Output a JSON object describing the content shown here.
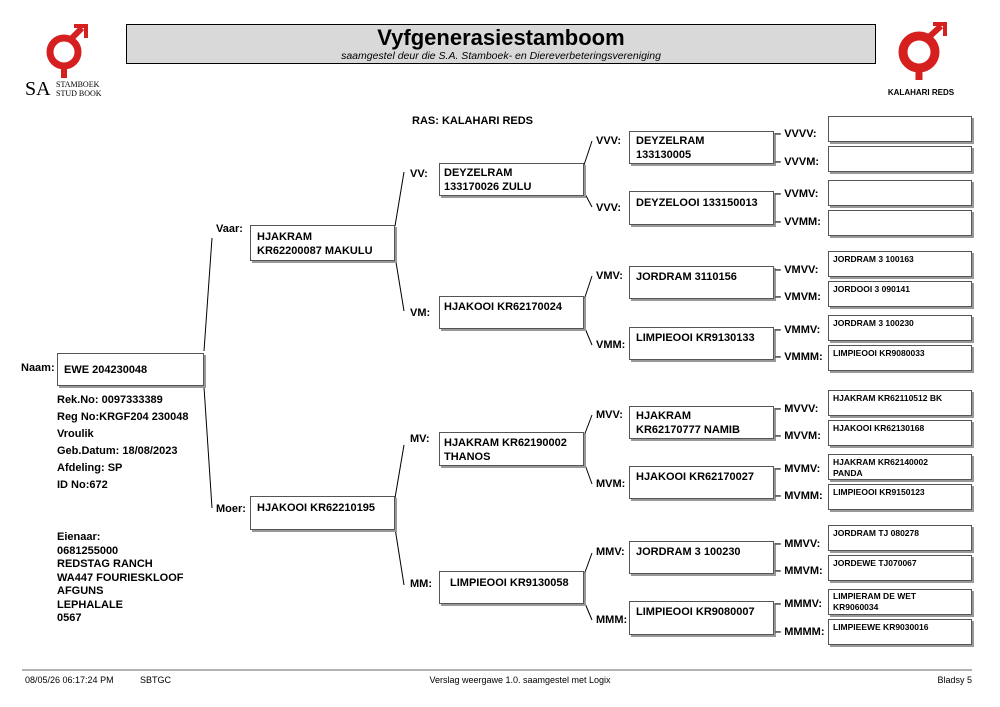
{
  "header": {
    "title": "Vyfgenerasiestamboom",
    "subtitle": "saamgestel deur die S.A. Stamboek- en Diereverbeteringsvereniging",
    "left_logo": {
      "letters": "SA",
      "line1": "STAMBOEK",
      "line2": "STUD BOOK"
    },
    "right_logo": {
      "caption": "KALAHARI REDS"
    },
    "ras": "RAS: KALAHARI REDS",
    "brand_color": "#d62020"
  },
  "subject": {
    "label": "Naam:",
    "name": "EWE 204230048",
    "info": "Rek.No: 0097333389\nReg No:KRGF204 230048\nVroulik\nGeb.Datum: 18/08/2023\nAfdeling: SP\nID No:672",
    "owner": "Eienaar:\n0681255000\nREDSTAG RANCH\nWA447 FOURIESKLOOF\nAFGUNS\nLEPHALALE\n0567"
  },
  "gen1": {
    "V": {
      "label": "Vaar:",
      "text": "HJAKRAM\nKR62200087 MAKULU"
    },
    "M": {
      "label": "Moer:",
      "text": "HJAKOOI KR62210195"
    }
  },
  "gen2": {
    "VV": {
      "label": "VV:",
      "text": "DEYZELRAM\n133170026 ZULU"
    },
    "VM": {
      "label": "VM:",
      "text": "HJAKOOI KR62170024"
    },
    "MV": {
      "label": "MV:",
      "text": "HJAKRAM KR62190002\nTHANOS"
    },
    "MM": {
      "label": "MM:",
      "text": "LIMPIEOOI KR9130058"
    }
  },
  "gen3": {
    "VVV": {
      "label": "VVV:",
      "text": "DEYZELRAM\n133130005"
    },
    "VVM": {
      "label": "VVV:",
      "text": "DEYZELOOI 133150013"
    },
    "VMV": {
      "label": "VMV:",
      "text": "JORDRAM 3110156"
    },
    "VMM": {
      "label": "VMM:",
      "text": "LIMPIEOOI KR9130133"
    },
    "MVV": {
      "label": "MVV:",
      "text": "HJAKRAM\nKR62170777 NAMIB"
    },
    "MVM": {
      "label": "MVM:",
      "text": "HJAKOOI KR62170027"
    },
    "MMV": {
      "label": "MMV:",
      "text": "JORDRAM 3 100230"
    },
    "MMM": {
      "label": "MMM:",
      "text": "LIMPIEOOI KR9080007"
    }
  },
  "gen4": {
    "VVVV": {
      "label": "VVVV:",
      "text": ""
    },
    "VVVM": {
      "label": "VVVM:",
      "text": ""
    },
    "VVMV": {
      "label": "VVMV:",
      "text": ""
    },
    "VVMM": {
      "label": "VVMM:",
      "text": ""
    },
    "VMVV": {
      "label": "VMVV:",
      "text": "JORDRAM 3 100163"
    },
    "VMVM": {
      "label": "VMVM:",
      "text": "JORDOOI 3 090141"
    },
    "VMMV": {
      "label": "VMMV:",
      "text": "JORDRAM 3 100230"
    },
    "VMMM": {
      "label": "VMMM:",
      "text": "LIMPIEOOI KR9080033"
    },
    "MVVV": {
      "label": "MVVV:",
      "text": "HJAKRAM KR62110512 BK"
    },
    "MVVM": {
      "label": "MVVM:",
      "text": "HJAKOOI KR62130168"
    },
    "MVMV": {
      "label": "MVMV:",
      "text": "HJAKRAM KR62140002\nPANDA"
    },
    "MVMM": {
      "label": "MVMM:",
      "text": "LIMPIEOOI KR9150123"
    },
    "MMVV": {
      "label": "MMVV:",
      "text": "JORDRAM TJ 080278"
    },
    "MMVM": {
      "label": "MMVM:",
      "text": "JORDEWE TJ070067"
    },
    "MMMV": {
      "label": "MMMV:",
      "text": "LIMPIERAM DE WET\nKR9060034"
    },
    "MMMM": {
      "label": "MMMM:",
      "text": "LIMPIEEWE KR9030016"
    }
  },
  "footer": {
    "timestamp": "08/05/26 06:17:24 PM",
    "code": "SBTGC",
    "version": "Verslag weergawe 1.0. saamgestel met Logix",
    "page": "Bladsy 5"
  }
}
